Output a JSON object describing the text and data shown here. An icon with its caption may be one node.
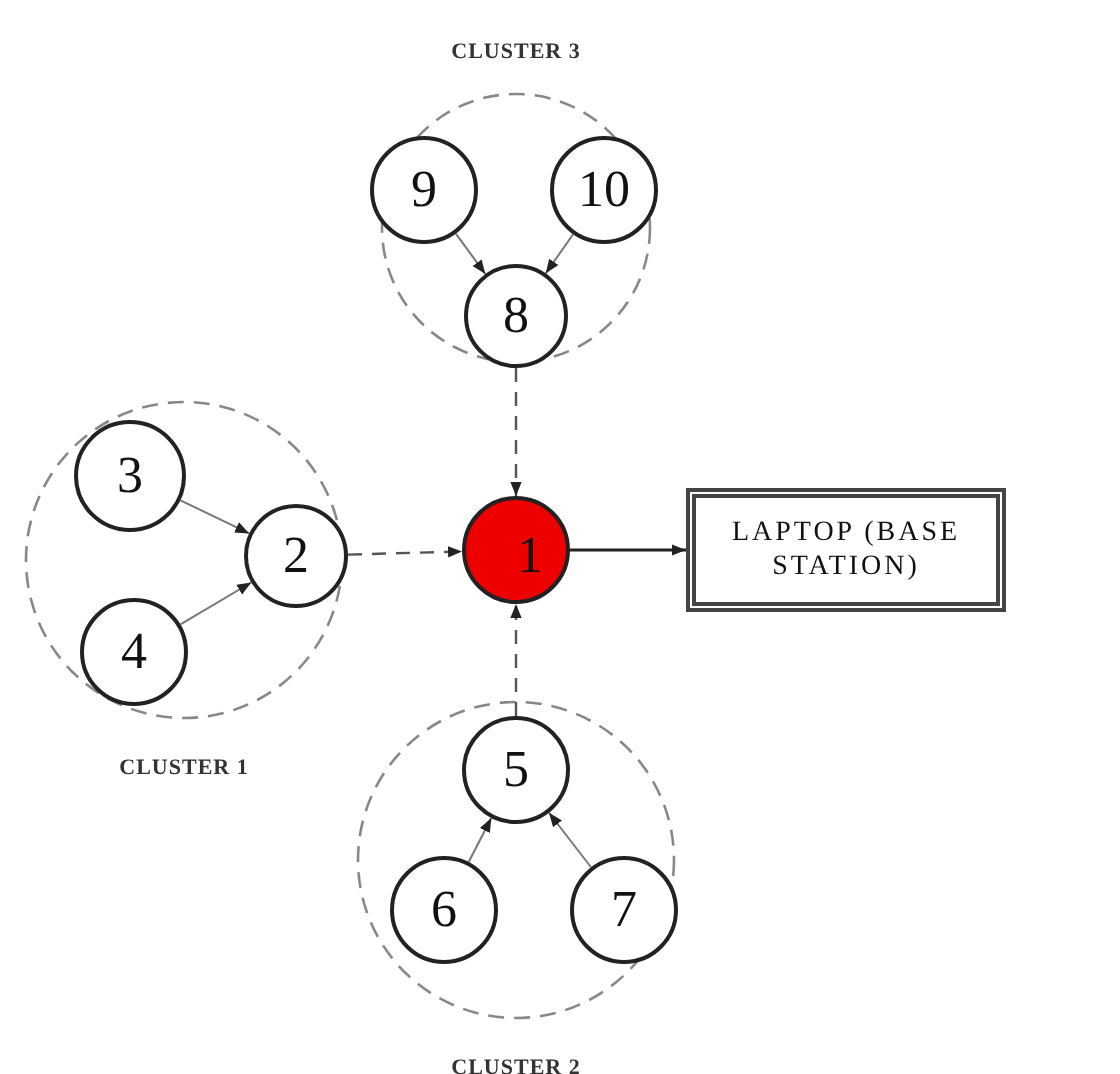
{
  "diagram": {
    "nodes": [
      {
        "text": [
          "CLUSTER 3"
        ]
      },
      {
        "text": [
          "9"
        ],
        "in": 0
      },
      {
        "text": [
          "10"
        ],
        "in": 0
      },
      {
        "text": [
          "8"
        ],
        "in": 0
      },
      {
        "text": [
          "CLUSTER 1"
        ]
      },
      {
        "text": [
          "3"
        ],
        "in": 4
      },
      {
        "text": [
          "2"
        ],
        "in": 4
      },
      {
        "text": [
          "4"
        ],
        "in": 4
      },
      {
        "text": [
          "1"
        ]
      },
      {
        "text": [
          "LAPTOP (BASE STATION)"
        ]
      },
      {
        "text": [
          "CLUSTER 2"
        ]
      },
      {
        "text": [
          "5"
        ],
        "in": 10
      },
      {
        "text": [
          "6"
        ],
        "in": 10
      },
      {
        "text": [
          "7"
        ],
        "in": 10
      }
    ],
    "edges": [
      {
        "from": 1,
        "to": 3,
        "arrow": "to"
      },
      {
        "from": 2,
        "to": 3,
        "arrow": "to"
      },
      {
        "from": 3,
        "to": 8,
        "arrow": "to",
        "style": "dashed"
      },
      {
        "from": 5,
        "to": 6,
        "arrow": "to"
      },
      {
        "from": 7,
        "to": 6,
        "arrow": "to"
      },
      {
        "from": 6,
        "to": 8,
        "arrow": "to",
        "style": "dashed"
      },
      {
        "from": 8,
        "to": 9,
        "arrow": "to"
      },
      {
        "from": 11,
        "to": 8,
        "arrow": "to",
        "style": "dashed"
      },
      {
        "from": 12,
        "to": 11,
        "arrow": "to"
      },
      {
        "from": 13,
        "to": 11,
        "arrow": "to"
      }
    ]
  }
}
